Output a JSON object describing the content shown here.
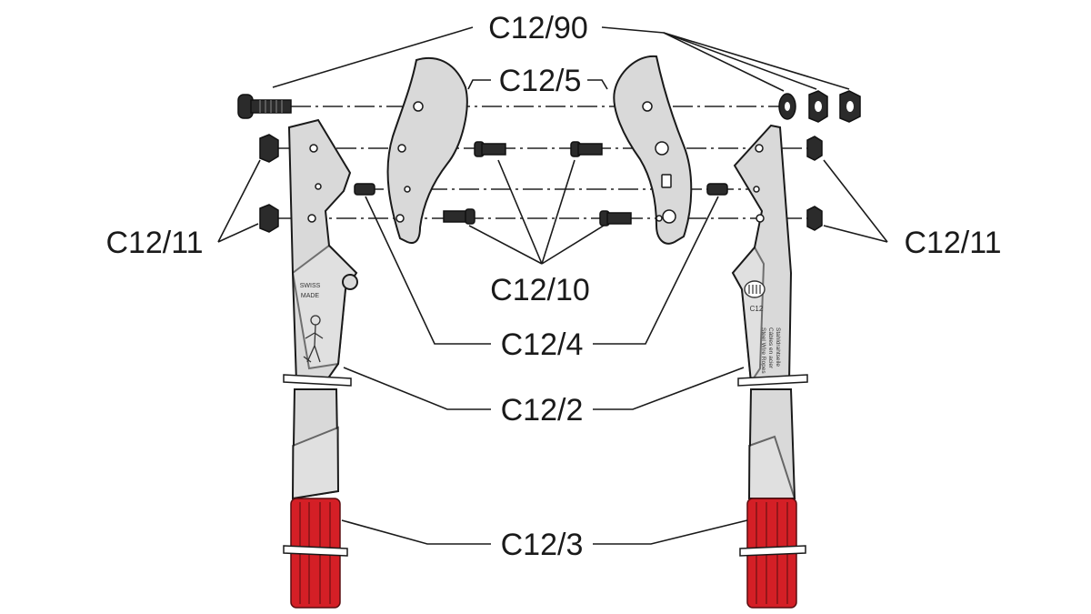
{
  "labels": {
    "shaft_bolt_set": "C12/90",
    "blades": "C12/5",
    "nuts": "C12/11",
    "screws": "C12/10",
    "pins": "C12/4",
    "handles": "C12/2",
    "grips": "C12/3"
  },
  "handle_print": {
    "left_line1": "SWISS",
    "left_line2": "MADE",
    "right_model": "C12",
    "right_line1": "Steel Wire Ropes",
    "right_line2": "Câbles en acier",
    "right_line3": "Stahldrahtseile"
  },
  "colors": {
    "grip": "#d41f26",
    "metal": "#d9d9d9",
    "outline": "#1a1a1a"
  }
}
